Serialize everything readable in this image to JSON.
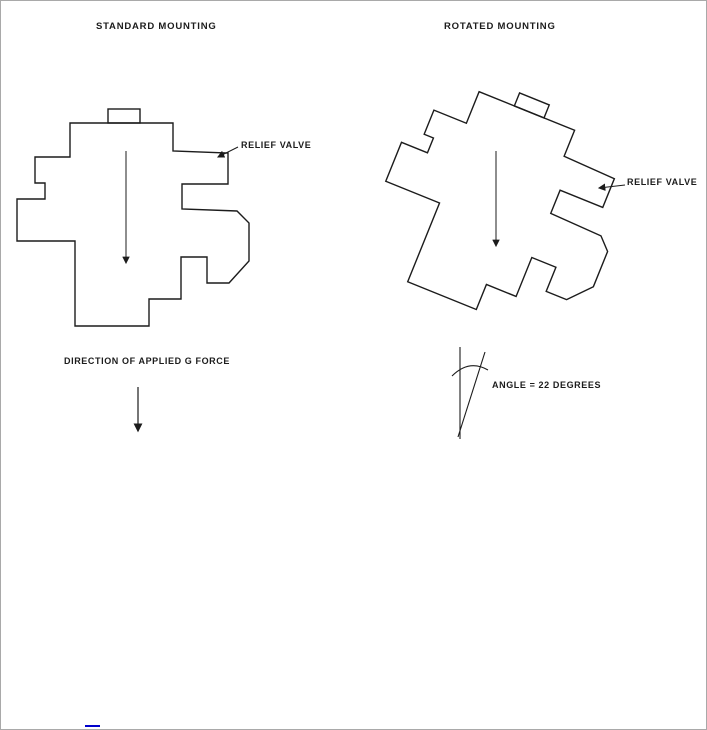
{
  "page": {
    "background": "#ffffff",
    "line_color": "#1c1c1c",
    "link_color": "#0000cc"
  },
  "standard": {
    "title": "STANDARD MOUNTING",
    "relief_valve_label": "RELIEF  VALVE",
    "caption": "DIRECTION OF APPLIED G FORCE"
  },
  "rotated": {
    "title": "ROTATED MOUNTING",
    "relief_valve_label": "RELIEF VALVE",
    "angle_label": "ANGLE = 22 DEGREES",
    "rotation_degrees": 22
  }
}
